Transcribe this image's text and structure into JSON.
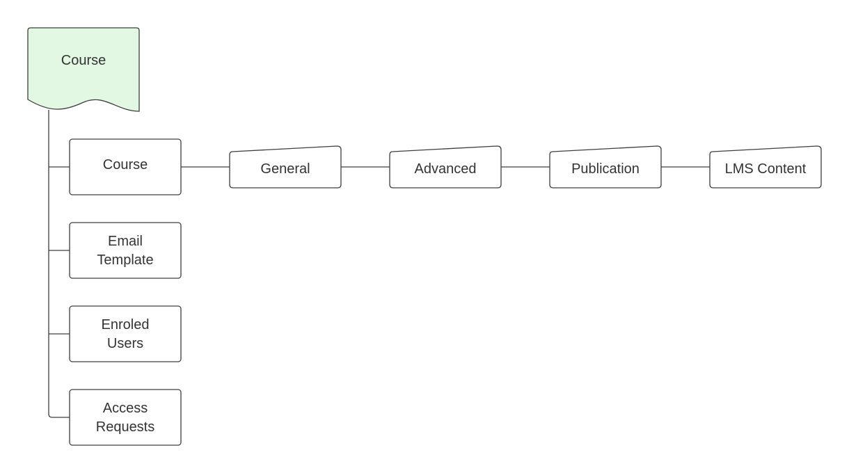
{
  "diagram": {
    "root": {
      "label": "Course"
    },
    "children": [
      {
        "label_lines": [
          "Course"
        ]
      },
      {
        "label_lines": [
          "Email",
          "Template"
        ]
      },
      {
        "label_lines": [
          "Enroled",
          "Users"
        ]
      },
      {
        "label_lines": [
          "Access",
          "Requests"
        ]
      }
    ],
    "steps": [
      {
        "label": "General"
      },
      {
        "label": "Advanced"
      },
      {
        "label": "Publication"
      },
      {
        "label": "LMS Content"
      }
    ],
    "colors": {
      "root_fill": "#e2f8e2",
      "stroke": "#3d3d3d",
      "text": "#333333",
      "node_fill": "#ffffff"
    }
  }
}
